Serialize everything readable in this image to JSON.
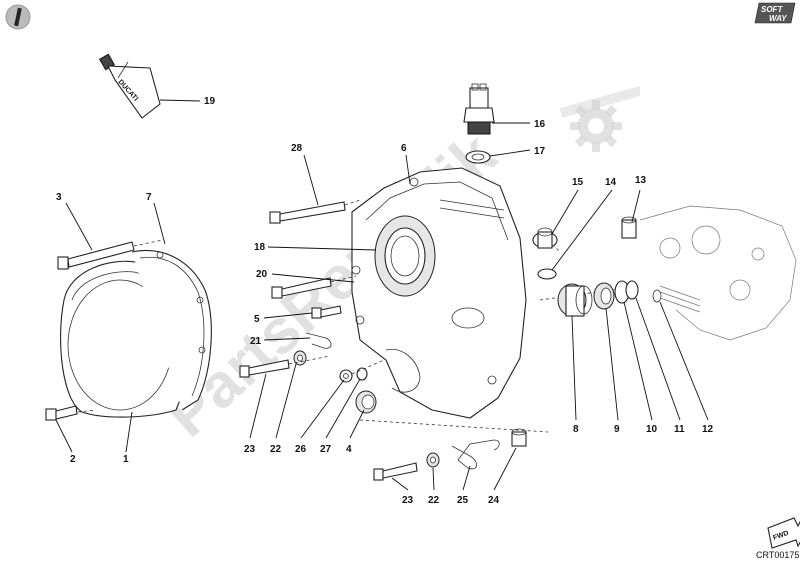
{
  "diagram": {
    "reference_code": "CRT00175",
    "brand_logo": [
      "SOFT",
      "WAY"
    ],
    "tube_label": "DUCATI",
    "fwd_label": "FWD",
    "watermark_text": "PartsRepublik",
    "callouts": {
      "c1": "1",
      "c2": "2",
      "c3": "3",
      "c4": "4",
      "c5": "5",
      "c6": "6",
      "c7": "7",
      "c8": "8",
      "c9": "9",
      "c10": "10",
      "c11": "11",
      "c12": "12",
      "c13": "13",
      "c14": "14",
      "c15": "15",
      "c16": "16",
      "c17": "17",
      "c18": "18",
      "c19": "19",
      "c20": "20",
      "c21": "21",
      "c22a": "22",
      "c22b": "22",
      "c23a": "23",
      "c23b": "23",
      "c24": "24",
      "c25": "25",
      "c26": "26",
      "c27": "27",
      "c28": "28"
    },
    "icons": {
      "corner": "page-corner-icon",
      "gear": "gear-watermark-icon"
    }
  }
}
